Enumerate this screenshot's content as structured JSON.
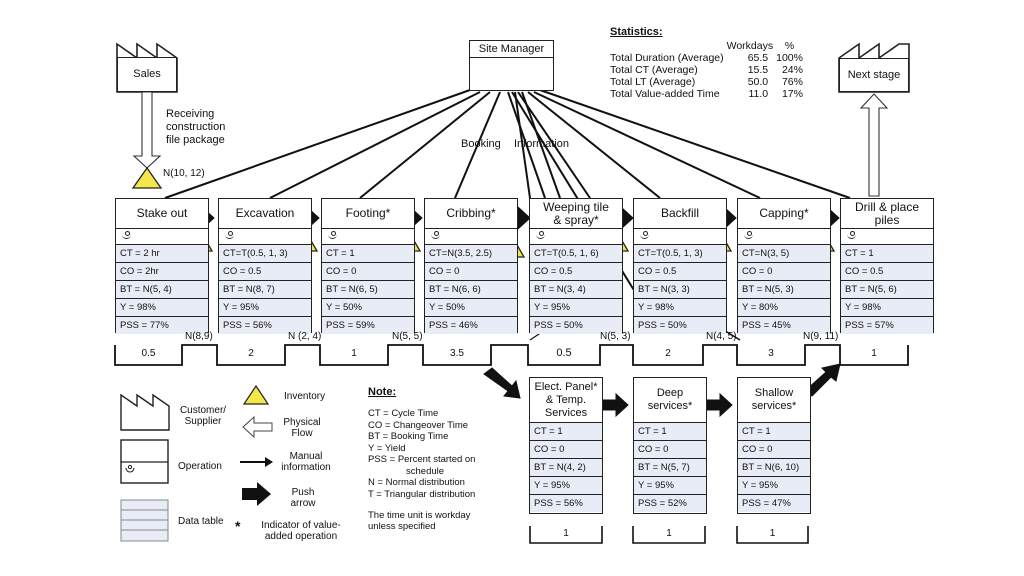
{
  "customer": {
    "sales": "Sales",
    "next_stage": "Next stage"
  },
  "site_manager": "Site Manager",
  "receiving_label": "Receiving\nconstruction\nfile package",
  "info_labels": {
    "booking": "Booking",
    "information": "Information"
  },
  "statistics": {
    "title": "Statistics:",
    "col_workdays": "Workdays",
    "col_pct": "%",
    "rows": [
      {
        "label": "Total Duration (Average)",
        "workdays": "65.5",
        "pct": "100%"
      },
      {
        "label": "Total CT (Average)",
        "workdays": "15.5",
        "pct": "24%"
      },
      {
        "label": "Total LT (Average)",
        "workdays": "50.0",
        "pct": "76%"
      },
      {
        "label": "Total Value-added Time",
        "workdays": "11.0",
        "pct": "17%"
      }
    ]
  },
  "processes": [
    {
      "name": "Stake out",
      "rows": [
        "CT = 2 hr",
        "CO = 2hr",
        "BT = N(5, 4)",
        "Y = 98%",
        "PSS = 77%"
      ]
    },
    {
      "name": "Excavation",
      "rows": [
        "CT=T(0.5, 1, 3)",
        "CO = 0.5",
        "BT = N(8, 7)",
        "Y = 95%",
        "PSS = 56%"
      ]
    },
    {
      "name": "Footing*",
      "rows": [
        "CT = 1",
        "CO = 0",
        "BT = N(6, 5)",
        "Y = 50%",
        "PSS = 59%"
      ]
    },
    {
      "name": "Cribbing*",
      "rows": [
        "CT=N(3.5, 2.5)",
        "CO = 0",
        "BT = N(6, 6)",
        "Y = 50%",
        "PSS = 46%"
      ]
    },
    {
      "name": "Weeping tile\n& spray*",
      "rows": [
        "CT=T(0.5, 1, 6)",
        "CO = 0.5",
        "BT = N(3, 4)",
        "Y = 95%",
        "PSS = 50%"
      ]
    },
    {
      "name": "Backfill",
      "rows": [
        "CT=T(0.5, 1, 3)",
        "CO = 0.5",
        "BT = N(3, 3)",
        "Y = 98%",
        "PSS = 50%"
      ]
    },
    {
      "name": "Capping*",
      "rows": [
        "CT=N(3, 5)",
        "CO = 0",
        "BT = N(5, 3)",
        "Y = 80%",
        "PSS = 45%"
      ]
    },
    {
      "name": "Drill & place\npiles",
      "rows": [
        "CT = 1",
        "CO = 0.5",
        "BT = N(5, 6)",
        "Y = 98%",
        "PSS = 57%"
      ]
    }
  ],
  "sub_processes": [
    {
      "name": "Elect. Panel*\n& Temp.\nServices",
      "rows": [
        "CT = 1",
        "CO = 0",
        "BT = N(4, 2)",
        "Y = 95%",
        "PSS = 56%"
      ]
    },
    {
      "name": "Deep\nservices*",
      "rows": [
        "CT = 1",
        "CO = 0",
        "BT = N(5, 7)",
        "Y = 95%",
        "PSS = 52%"
      ]
    },
    {
      "name": "Shallow\nservices*",
      "rows": [
        "CT = 1",
        "CO = 0",
        "BT = N(6, 10)",
        "Y = 95%",
        "PSS = 47%"
      ]
    }
  ],
  "inventory_top": "N(10, 12)",
  "wait_labels": [
    "N(8,9)",
    "N (2, 4)",
    "N(5, 5)",
    "N(5, 3)",
    "N(4, 5)",
    "N(9, 11)"
  ],
  "timeline_process": [
    "0.5",
    "2",
    "1",
    "3.5",
    "0.5",
    "2",
    "3",
    "1"
  ],
  "timeline_sub": [
    "1",
    "1",
    "1"
  ],
  "legend": {
    "customer_supplier": "Customer/\nSupplier",
    "operation": "Operation",
    "data_table": "Data table",
    "inventory": "Inventory",
    "physical_flow": "Physical\nFlow",
    "manual_info": "Manual\ninformation",
    "push_arrow": "Push\narrow",
    "value_added_mark": "*",
    "value_added": "Indicator of value-\nadded operation"
  },
  "note": {
    "title": "Note:",
    "lines": [
      "CT = Cycle Time",
      "CO = Changeover Time",
      "BT = Booking Time",
      "Y = Yield",
      "PSS = Percent started on",
      "schedule",
      "N = Normal distribution",
      "T = Triangular distribution"
    ],
    "footer": "The time unit is workday\nunless specified"
  },
  "colors": {
    "inventory": "#f3e74a",
    "data_row": "#e8ecf6",
    "line": "#222222"
  }
}
